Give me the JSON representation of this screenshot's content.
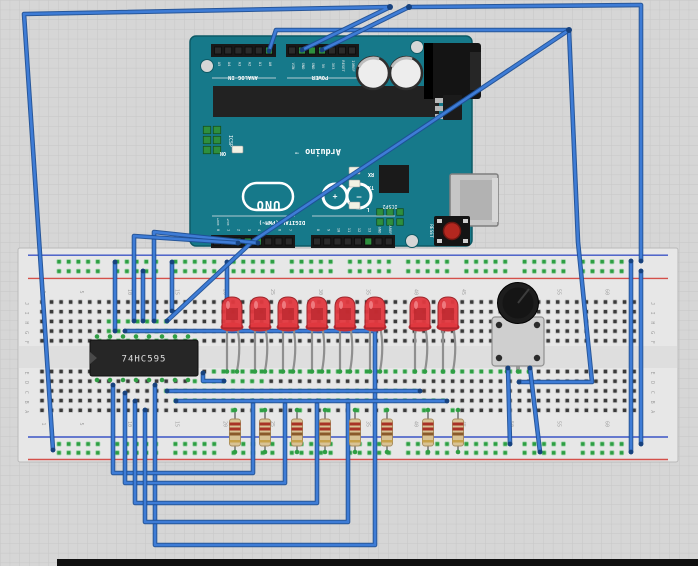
{
  "arduino": {
    "name_text": "Arduino",
    "tm": "TM",
    "model": "UNO",
    "labels": {
      "analog": "ANALOG IN",
      "power": "POWER",
      "digital": "DIGITAL (PWM~)",
      "on": "ON",
      "icsp": "ICSP",
      "icsp2": "ICSP2",
      "reset": "RESET",
      "rx": "RX",
      "tx": "TX",
      "l": "L",
      "rx0": "►RX0",
      "tx0": "◄TX0",
      "plus": "+",
      "minus": "–"
    },
    "analog_pins": [
      "A5",
      "A4",
      "A3",
      "A2",
      "A1",
      "A0"
    ],
    "power_pins": [
      "VIN",
      "GND",
      "GND",
      "5V",
      "3V3",
      "RESET",
      "IOREF"
    ],
    "digital_pins_left": [
      "0",
      "1",
      "2",
      "3",
      "4",
      "5",
      "6",
      "7"
    ],
    "digital_pins_right": [
      "8",
      "9",
      "10",
      "11",
      "12",
      "13",
      "GND",
      "AREF"
    ]
  },
  "breadboard": {
    "column_labels": [
      "1",
      "5",
      "10",
      "15",
      "20",
      "25",
      "30",
      "35",
      "40",
      "45",
      "50",
      "55",
      "60"
    ],
    "row_letters_top": [
      "J",
      "I",
      "H",
      "G",
      "F"
    ],
    "row_letters_bottom": [
      "E",
      "D",
      "C",
      "B",
      "A"
    ]
  },
  "components": {
    "shift_register": {
      "label": "74HC595",
      "count": 1
    },
    "leds": {
      "count": 8,
      "color": "#e23940"
    },
    "resistors": {
      "count": 8,
      "body_color": "#d8c294",
      "band_colors": [
        "#a93226",
        "#a93226",
        "#8a5a2b",
        "#c7a24a"
      ]
    },
    "potentiometer": {
      "count": 1
    }
  },
  "colors": {
    "canvas": "#d6d6d6",
    "grid_line": "#c7c7c7",
    "breadboard": "#e7e7e7",
    "board_teal": "#16798a",
    "wire_core": "#3e7cd6",
    "wire_outline": "#1e4f96",
    "hole_connected": "#2f9e44",
    "rail_positive_line": "#d4504a",
    "rail_negative_line": "#3c55c6"
  }
}
